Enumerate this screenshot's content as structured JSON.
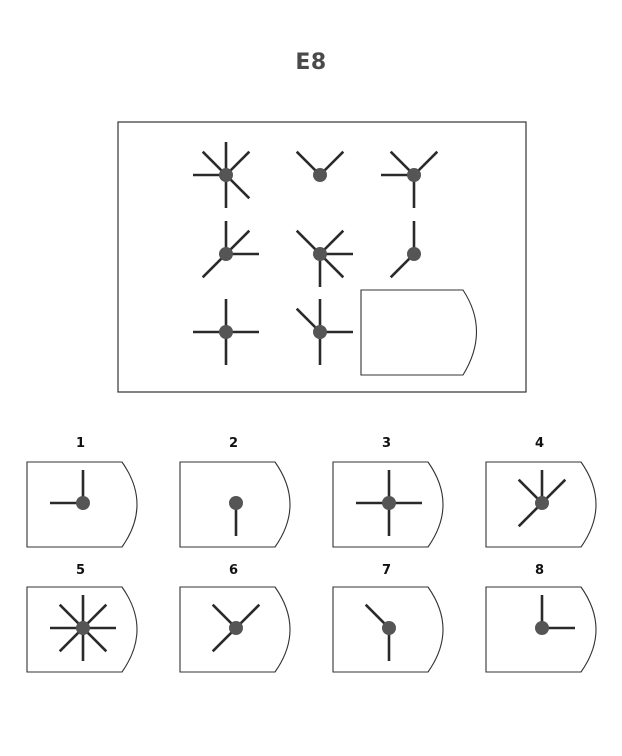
{
  "puzzle": {
    "title": "E8"
  },
  "matrix": {
    "cells": [
      {
        "row": 1,
        "col": 1,
        "rays": [
          "N",
          "NE",
          "SE",
          "S",
          "W",
          "NW"
        ]
      },
      {
        "row": 1,
        "col": 2,
        "rays": [
          "NE",
          "NW"
        ]
      },
      {
        "row": 1,
        "col": 3,
        "rays": [
          "NE",
          "S",
          "W",
          "NW"
        ]
      },
      {
        "row": 2,
        "col": 1,
        "rays": [
          "N",
          "NE",
          "E",
          "SW"
        ]
      },
      {
        "row": 2,
        "col": 2,
        "rays": [
          "NE",
          "E",
          "SE",
          "S",
          "NW"
        ]
      },
      {
        "row": 2,
        "col": 3,
        "rays": [
          "N",
          "SW"
        ]
      },
      {
        "row": 3,
        "col": 1,
        "rays": [
          "N",
          "E",
          "S",
          "W"
        ]
      },
      {
        "row": 3,
        "col": 2,
        "rays": [
          "N",
          "E",
          "S",
          "NW"
        ]
      }
    ],
    "missing_cell": {
      "row": 3,
      "col": 3
    }
  },
  "options": [
    {
      "number": "1",
      "rays": [
        "N",
        "W"
      ]
    },
    {
      "number": "2",
      "rays": [
        "S"
      ]
    },
    {
      "number": "3",
      "rays": [
        "N",
        "E",
        "S",
        "W"
      ]
    },
    {
      "number": "4",
      "rays": [
        "N",
        "NE",
        "SW",
        "NW"
      ]
    },
    {
      "number": "5",
      "rays": [
        "N",
        "NE",
        "E",
        "SE",
        "S",
        "SW",
        "W",
        "NW"
      ]
    },
    {
      "number": "6",
      "rays": [
        "NE",
        "SW",
        "NW"
      ]
    },
    {
      "number": "7",
      "rays": [
        "S",
        "NW"
      ]
    },
    {
      "number": "8",
      "rays": [
        "N",
        "E"
      ]
    }
  ],
  "colors": {
    "ray": "#2a2a2a",
    "dot": "#555555",
    "title": "#4a4a4a",
    "frame": "#333333"
  }
}
